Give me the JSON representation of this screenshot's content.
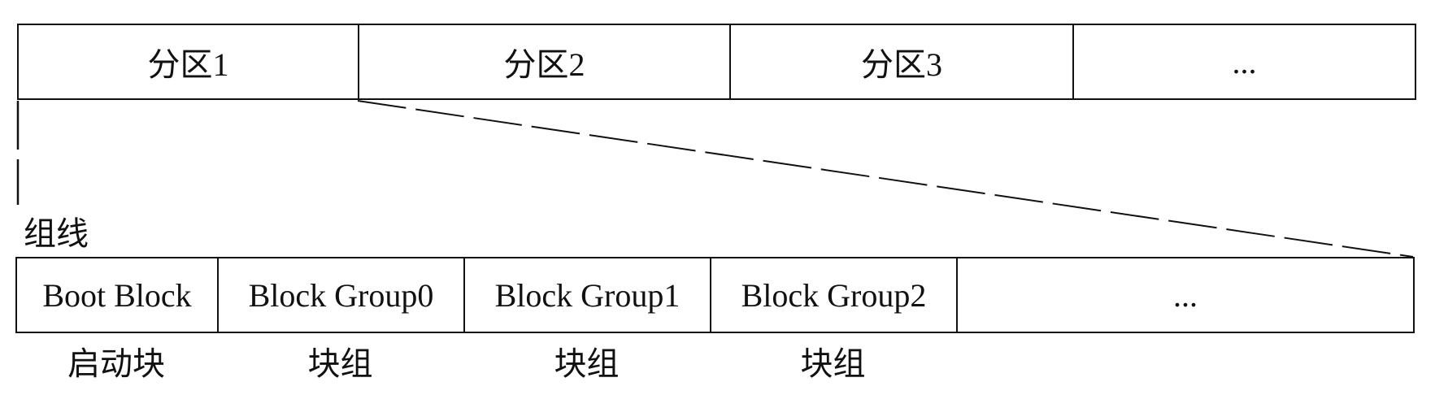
{
  "partitions": [
    "分区1",
    "分区2",
    "分区3",
    "..."
  ],
  "group_line_label": "组线",
  "blocks": [
    "Boot Block",
    "Block Group0",
    "Block Group1",
    "Block Group2",
    "..."
  ],
  "block_captions": [
    "启动块",
    "块组",
    "块组",
    "块组"
  ]
}
